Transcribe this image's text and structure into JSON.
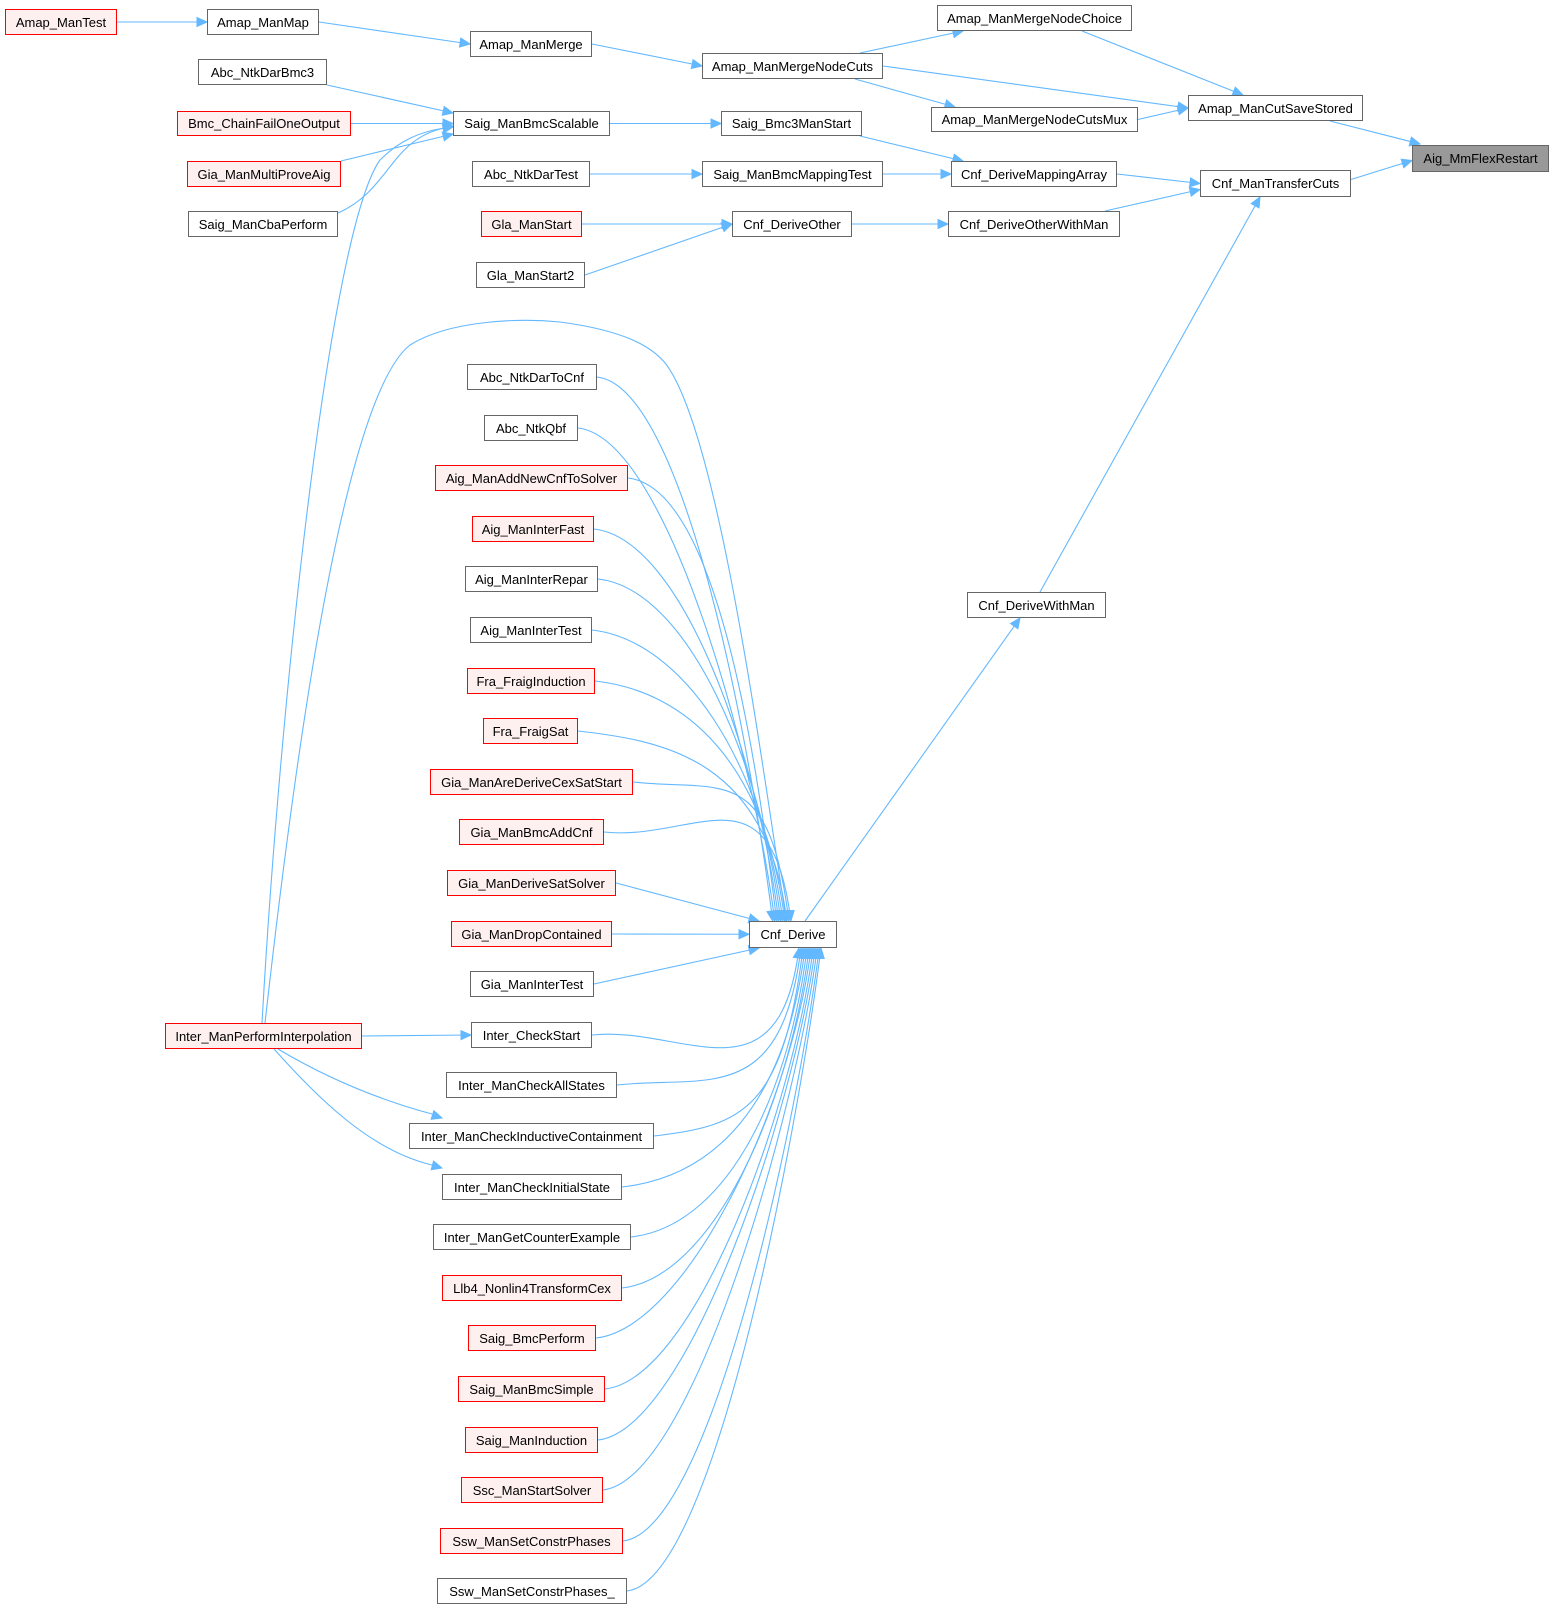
{
  "graph": {
    "title": "Aig_MmFlexRestart",
    "colors": {
      "edge": "#63b8ff",
      "root_fill": "#999999",
      "node_border": "#666666",
      "red_border": "#ff0000",
      "red_fill": "#fff0f0"
    },
    "nodes": [
      {
        "id": "aig_mmflexrestart",
        "label": "Aig_MmFlexRestart",
        "style": "root"
      },
      {
        "id": "amap_mancutsavestored",
        "label": "Amap_ManCutSaveStored",
        "style": "normal"
      },
      {
        "id": "cnf_mantransfercuts",
        "label": "Cnf_ManTransferCuts",
        "style": "normal"
      },
      {
        "id": "amap_manmergenodechoice",
        "label": "Amap_ManMergeNodeChoice",
        "style": "normal"
      },
      {
        "id": "amap_manmergenodecuts",
        "label": "Amap_ManMergeNodeCuts",
        "style": "normal"
      },
      {
        "id": "amap_manmergenodecutsmux",
        "label": "Amap_ManMergeNodeCutsMux",
        "style": "normal"
      },
      {
        "id": "amap_manmerge",
        "label": "Amap_ManMerge",
        "style": "normal"
      },
      {
        "id": "amap_manmap",
        "label": "Amap_ManMap",
        "style": "normal"
      },
      {
        "id": "amap_mantest",
        "label": "Amap_ManTest",
        "style": "red"
      },
      {
        "id": "cnf_derivemappingarray",
        "label": "Cnf_DeriveMappingArray",
        "style": "normal"
      },
      {
        "id": "cnf_deriveotherwithman",
        "label": "Cnf_DeriveOtherWithMan",
        "style": "normal"
      },
      {
        "id": "cnf_derivewithman",
        "label": "Cnf_DeriveWithMan",
        "style": "normal"
      },
      {
        "id": "saig_bmc3manstart",
        "label": "Saig_Bmc3ManStart",
        "style": "normal"
      },
      {
        "id": "saig_manbmcmappingtest",
        "label": "Saig_ManBmcMappingTest",
        "style": "normal"
      },
      {
        "id": "cnf_deriveother",
        "label": "Cnf_DeriveOther",
        "style": "normal"
      },
      {
        "id": "saig_manbmcscalable",
        "label": "Saig_ManBmcScalable",
        "style": "normal"
      },
      {
        "id": "abc_ntkdartest",
        "label": "Abc_NtkDarTest",
        "style": "normal"
      },
      {
        "id": "gla_manstart",
        "label": "Gla_ManStart",
        "style": "red"
      },
      {
        "id": "gla_manstart2",
        "label": "Gla_ManStart2",
        "style": "normal"
      },
      {
        "id": "abc_ntkdarbmc3",
        "label": "Abc_NtkDarBmc3",
        "style": "normal"
      },
      {
        "id": "bmc_chainfailoneoutput",
        "label": "Bmc_ChainFailOneOutput",
        "style": "red"
      },
      {
        "id": "gia_manmultiproveaig",
        "label": "Gia_ManMultiProveAig",
        "style": "red"
      },
      {
        "id": "saig_mancbaperform",
        "label": "Saig_ManCbaPerform",
        "style": "normal"
      },
      {
        "id": "cnf_derive",
        "label": "Cnf_Derive",
        "style": "normal"
      },
      {
        "id": "inter_manperforminterpolation",
        "label": "Inter_ManPerformInterpolation",
        "style": "red"
      },
      {
        "id": "abc_ntkdartocnf",
        "label": "Abc_NtkDarToCnf",
        "style": "normal"
      },
      {
        "id": "abc_ntkqbf",
        "label": "Abc_NtkQbf",
        "style": "normal"
      },
      {
        "id": "aig_manaddnewcnftosolver",
        "label": "Aig_ManAddNewCnfToSolver",
        "style": "red"
      },
      {
        "id": "aig_maninterfast",
        "label": "Aig_ManInterFast",
        "style": "red"
      },
      {
        "id": "aig_maninterrepar",
        "label": "Aig_ManInterRepar",
        "style": "normal"
      },
      {
        "id": "aig_manintertest",
        "label": "Aig_ManInterTest",
        "style": "normal"
      },
      {
        "id": "fra_fraiginduction",
        "label": "Fra_FraigInduction",
        "style": "red"
      },
      {
        "id": "fra_fraigsat",
        "label": "Fra_FraigSat",
        "style": "red"
      },
      {
        "id": "gia_manarederivecexsatstart",
        "label": "Gia_ManAreDeriveCexSatStart",
        "style": "red"
      },
      {
        "id": "gia_manbmcaddcnf",
        "label": "Gia_ManBmcAddCnf",
        "style": "red"
      },
      {
        "id": "gia_manderivesatsolver",
        "label": "Gia_ManDeriveSatSolver",
        "style": "red"
      },
      {
        "id": "gia_mandropcontained",
        "label": "Gia_ManDropContained",
        "style": "red"
      },
      {
        "id": "gia_manintertest",
        "label": "Gia_ManInterTest",
        "style": "normal"
      },
      {
        "id": "inter_checkstart",
        "label": "Inter_CheckStart",
        "style": "normal"
      },
      {
        "id": "inter_mancheckallstates",
        "label": "Inter_ManCheckAllStates",
        "style": "normal"
      },
      {
        "id": "inter_mancheckinductivecontainment",
        "label": "Inter_ManCheckInductiveContainment",
        "style": "normal"
      },
      {
        "id": "inter_mancheckinitialstate",
        "label": "Inter_ManCheckInitialState",
        "style": "normal"
      },
      {
        "id": "inter_mangetcounterexample",
        "label": "Inter_ManGetCounterExample",
        "style": "normal"
      },
      {
        "id": "llb4_nonlin4transformcex",
        "label": "Llb4_Nonlin4TransformCex",
        "style": "red"
      },
      {
        "id": "saig_bmcperform",
        "label": "Saig_BmcPerform",
        "style": "red"
      },
      {
        "id": "saig_manbmcsimple",
        "label": "Saig_ManBmcSimple",
        "style": "red"
      },
      {
        "id": "saig_maninduction",
        "label": "Saig_ManInduction",
        "style": "red"
      },
      {
        "id": "ssc_manstartsolver",
        "label": "Ssc_ManStartSolver",
        "style": "red"
      },
      {
        "id": "ssw_mansetconstrphases",
        "label": "Ssw_ManSetConstrPhases",
        "style": "red"
      },
      {
        "id": "ssw_mansetconstrphases_",
        "label": "Ssw_ManSetConstrPhases_",
        "style": "normal"
      }
    ],
    "edges": [
      {
        "from": "amap_mancutsavestored",
        "to": "aig_mmflexrestart"
      },
      {
        "from": "cnf_mantransfercuts",
        "to": "aig_mmflexrestart"
      },
      {
        "from": "amap_manmergenodechoice",
        "to": "amap_mancutsavestored"
      },
      {
        "from": "amap_manmergenodecuts",
        "to": "amap_mancutsavestored"
      },
      {
        "from": "amap_manmergenodecutsmux",
        "to": "amap_mancutsavestored"
      },
      {
        "from": "amap_manmergenodecuts",
        "to": "amap_manmergenodechoice"
      },
      {
        "from": "amap_manmergenodecuts",
        "to": "amap_manmergenodecutsmux"
      },
      {
        "from": "amap_manmerge",
        "to": "amap_manmergenodecuts"
      },
      {
        "from": "amap_manmap",
        "to": "amap_manmerge"
      },
      {
        "from": "amap_mantest",
        "to": "amap_manmap"
      },
      {
        "from": "cnf_derivemappingarray",
        "to": "cnf_mantransfercuts"
      },
      {
        "from": "cnf_deriveotherwithman",
        "to": "cnf_mantransfercuts"
      },
      {
        "from": "cnf_derivewithman",
        "to": "cnf_mantransfercuts"
      },
      {
        "from": "saig_bmc3manstart",
        "to": "cnf_derivemappingarray"
      },
      {
        "from": "saig_manbmcmappingtest",
        "to": "cnf_derivemappingarray"
      },
      {
        "from": "cnf_deriveother",
        "to": "cnf_deriveotherwithman"
      },
      {
        "from": "saig_manbmcscalable",
        "to": "saig_bmc3manstart"
      },
      {
        "from": "abc_ntkdartest",
        "to": "saig_manbmcmappingtest"
      },
      {
        "from": "gla_manstart",
        "to": "cnf_deriveother"
      },
      {
        "from": "gla_manstart2",
        "to": "cnf_deriveother"
      },
      {
        "from": "abc_ntkdarbmc3",
        "to": "saig_manbmcscalable"
      },
      {
        "from": "bmc_chainfailoneoutput",
        "to": "saig_manbmcscalable"
      },
      {
        "from": "gia_manmultiproveaig",
        "to": "saig_manbmcscalable"
      },
      {
        "from": "saig_mancbaperform",
        "to": "saig_manbmcscalable"
      },
      {
        "from": "inter_manperforminterpolation",
        "to": "saig_manbmcscalable"
      },
      {
        "from": "cnf_derive",
        "to": "cnf_derivewithman"
      },
      {
        "from": "inter_manperforminterpolation",
        "to": "cnf_derive"
      },
      {
        "from": "inter_manperforminterpolation",
        "to": "inter_checkstart"
      },
      {
        "from": "inter_manperforminterpolation",
        "to": "inter_mancheckinductivecontainment"
      },
      {
        "from": "inter_manperforminterpolation",
        "to": "inter_mancheckinitialstate"
      },
      {
        "from": "abc_ntkdartocnf",
        "to": "cnf_derive"
      },
      {
        "from": "abc_ntkqbf",
        "to": "cnf_derive"
      },
      {
        "from": "aig_manaddnewcnftosolver",
        "to": "cnf_derive"
      },
      {
        "from": "aig_maninterfast",
        "to": "cnf_derive"
      },
      {
        "from": "aig_maninterrepar",
        "to": "cnf_derive"
      },
      {
        "from": "aig_manintertest",
        "to": "cnf_derive"
      },
      {
        "from": "fra_fraiginduction",
        "to": "cnf_derive"
      },
      {
        "from": "fra_fraigsat",
        "to": "cnf_derive"
      },
      {
        "from": "gia_manarederivecexsatstart",
        "to": "cnf_derive"
      },
      {
        "from": "gia_manbmcaddcnf",
        "to": "cnf_derive"
      },
      {
        "from": "gia_manderivesatsolver",
        "to": "cnf_derive"
      },
      {
        "from": "gia_mandropcontained",
        "to": "cnf_derive"
      },
      {
        "from": "gia_manintertest",
        "to": "cnf_derive"
      },
      {
        "from": "inter_checkstart",
        "to": "cnf_derive"
      },
      {
        "from": "inter_mancheckallstates",
        "to": "cnf_derive"
      },
      {
        "from": "inter_mancheckinductivecontainment",
        "to": "cnf_derive"
      },
      {
        "from": "inter_mancheckinitialstate",
        "to": "cnf_derive"
      },
      {
        "from": "inter_mangetcounterexample",
        "to": "cnf_derive"
      },
      {
        "from": "llb4_nonlin4transformcex",
        "to": "cnf_derive"
      },
      {
        "from": "saig_bmcperform",
        "to": "cnf_derive"
      },
      {
        "from": "saig_manbmcsimple",
        "to": "cnf_derive"
      },
      {
        "from": "saig_maninduction",
        "to": "cnf_derive"
      },
      {
        "from": "ssc_manstartsolver",
        "to": "cnf_derive"
      },
      {
        "from": "ssw_mansetconstrphases",
        "to": "cnf_derive"
      },
      {
        "from": "ssw_mansetconstrphases_",
        "to": "cnf_derive"
      }
    ]
  }
}
